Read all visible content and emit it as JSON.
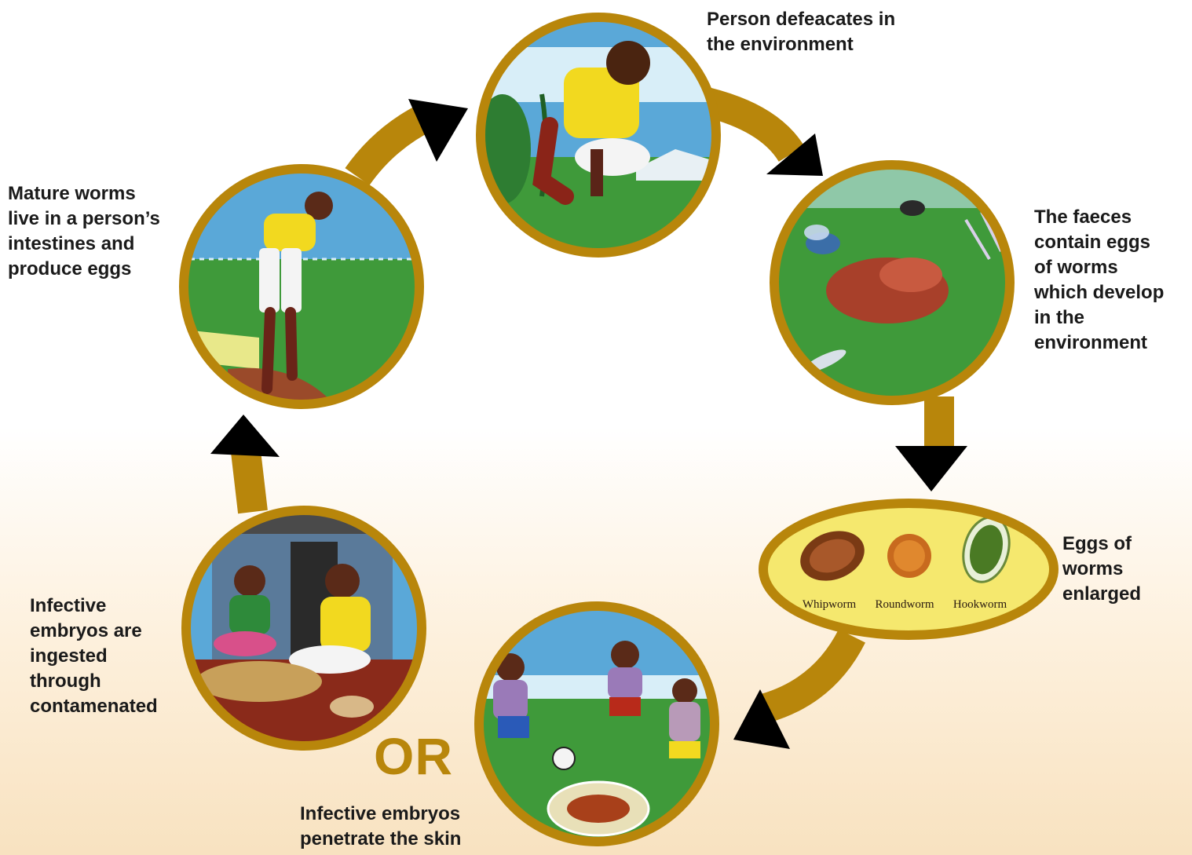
{
  "stages": {
    "defecate": {
      "lines": [
        "Person defeacates in",
        "the environment"
      ]
    },
    "faeces": {
      "lines": [
        "The faeces",
        "contain eggs",
        "of worms",
        "which develop",
        "in the",
        "environment"
      ]
    },
    "eggs": {
      "lines": [
        "Eggs of",
        "worms",
        "enlarged"
      ],
      "types": [
        "Whipworm",
        "Roundworm",
        "Hookworm"
      ]
    },
    "skin": {
      "lines": [
        "Infective embryos",
        "penetrate the skin"
      ]
    },
    "ingested": {
      "lines": [
        "Infective",
        "embryos are",
        "ingested",
        "through",
        "contamenated"
      ]
    },
    "mature": {
      "lines": [
        "Mature worms",
        "live in a person’s",
        "intestines and",
        "produce eggs"
      ]
    }
  },
  "or_label": "OR",
  "colors": {
    "frame": "#b8860b",
    "arrow_band": "#b8860b",
    "arrow_head": "#000000",
    "grass": "#3f9a3a",
    "sky": "#5aa8d8",
    "egg_panel": "#f5e86e"
  },
  "icons": [
    "crouching-person-scene",
    "flies-on-faeces-scene",
    "worm-eggs-closeup",
    "children-playing-football-scene",
    "family-eating-scene",
    "sick-boy-scene"
  ]
}
